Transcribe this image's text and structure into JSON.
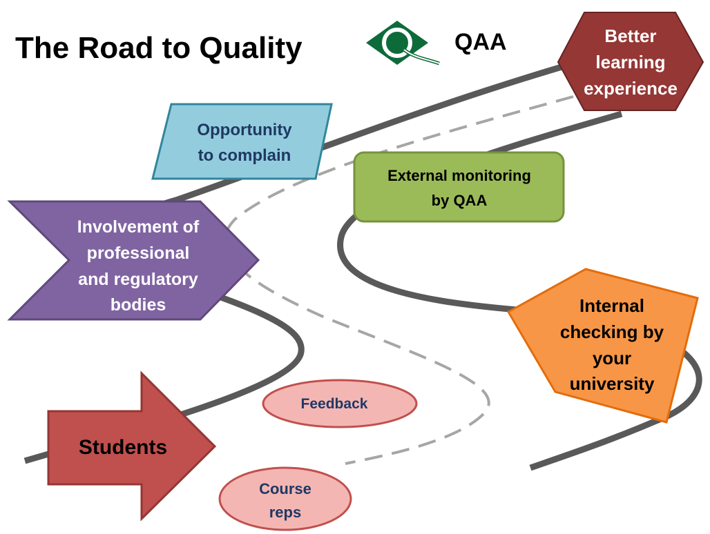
{
  "title": "The Road to Quality",
  "logo": {
    "text": "QAA",
    "icon": "qaa-q-diamond-logo",
    "color": "#0d6b3a"
  },
  "shapes": {
    "better_learning": {
      "lines": [
        "Better",
        "learning",
        "experience"
      ],
      "fill": "#953735",
      "text_color": "#ffffff"
    },
    "opportunity": {
      "lines": [
        "Opportunity",
        "to complain"
      ],
      "fill": "#93cddd",
      "text_color": "#1f3864"
    },
    "external": {
      "lines": [
        "External monitoring",
        "by QAA"
      ],
      "fill": "#9bbb59",
      "text_color": "#000000"
    },
    "involvement": {
      "lines": [
        "Involvement of",
        "professional",
        "and regulatory",
        "bodies"
      ],
      "fill": "#8064a2",
      "text_color": "#ffffff"
    },
    "internal": {
      "lines": [
        "Internal",
        "checking by",
        "your",
        "university"
      ],
      "fill": "#f79646",
      "text_color": "#000000"
    },
    "students": {
      "lines": [
        "Students"
      ],
      "fill": "#c0504d",
      "text_color": "#000000"
    },
    "feedback": {
      "lines": [
        "Feedback"
      ],
      "fill": "#f4b6b3",
      "text_color": "#1f3864"
    },
    "course_reps": {
      "lines": [
        "Course",
        "reps"
      ],
      "fill": "#f4b6b3",
      "text_color": "#1f3864"
    }
  },
  "colors": {
    "road": "#595959",
    "dashed_line": "#a6a6a6"
  }
}
